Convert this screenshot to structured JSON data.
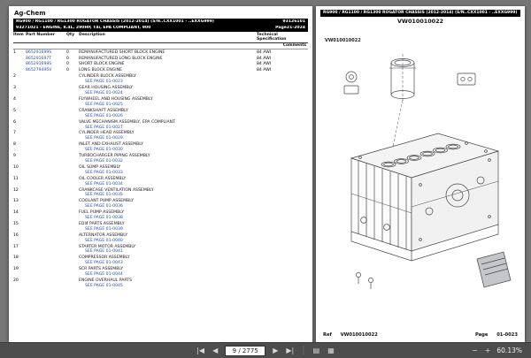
{
  "left_page": {
    "brand": "Ag-Chem",
    "header": {
      "line1": "RG900 / RG1100 / RG1300 ROGATOR CHASSIS (2012-2014) (S/N..CXX1001 - ..EXXG999)",
      "code1": "93126101",
      "line2": "93271021 - ENGINE, 8.4L, 290HP, T4i, EPA COMPLIANT, 900",
      "code2": "Page21-2024"
    },
    "columns": {
      "item": "Item",
      "part": "Part Number",
      "qty": "Qty",
      "desc": "Description",
      "spec": "Technical Specification",
      "comments": "Comments"
    },
    "rows": [
      {
        "item": "1",
        "part": "865291699S",
        "qty": "0",
        "desc": "REMANUFACTURED SHORT BLOCK ENGINE",
        "page": "",
        "spec": "84 AWI"
      },
      {
        "item": "",
        "part": "865291697T",
        "qty": "0",
        "desc": "REMANUFACTURED LONG BLOCK ENGINE",
        "page": "",
        "spec": "84 AWI"
      },
      {
        "item": "",
        "part": "865291699S",
        "qty": "0",
        "desc": "SHORT BLOCK ENGINE",
        "page": "",
        "spec": "84 AWI"
      },
      {
        "item": "",
        "part": "865279495V",
        "qty": "0",
        "desc": "LONG BLOCK ENGINE",
        "page": "",
        "spec": "84 AWI"
      },
      {
        "item": "2",
        "part": "",
        "qty": "",
        "desc": "CYLINDER BLOCK ASSEMBLY",
        "page": "SEE PAGE 01-0023",
        "spec": ""
      },
      {
        "item": "3",
        "part": "",
        "qty": "",
        "desc": "GEAR HOUSING ASSEMBLY",
        "page": "SEE PAGE 01-0024",
        "spec": ""
      },
      {
        "item": "4",
        "part": "",
        "qty": "",
        "desc": "FLYWHEEL AND HOUSING ASSEMBLY",
        "page": "SEE PAGE 01-0025",
        "spec": ""
      },
      {
        "item": "5",
        "part": "",
        "qty": "",
        "desc": "CRANKSHAFT ASSEMBLY",
        "page": "SEE PAGE 01-0026",
        "spec": ""
      },
      {
        "item": "6",
        "part": "",
        "qty": "",
        "desc": "VALVE MECHANISM ASSEMBLY, EPA COMPLIANT",
        "page": "SEE PAGE 01-0027",
        "spec": ""
      },
      {
        "item": "7",
        "part": "",
        "qty": "",
        "desc": "CYLINDER HEAD ASSEMBLY",
        "page": "SEE PAGE 01-0029",
        "spec": ""
      },
      {
        "item": "8",
        "part": "",
        "qty": "",
        "desc": "INLET AND EXHAUST ASSEMBLY",
        "page": "SEE PAGE 01-0030",
        "spec": ""
      },
      {
        "item": "9",
        "part": "",
        "qty": "",
        "desc": "TURBOCHARGER PIPING ASSEMBLY",
        "page": "SEE PAGE 01-0032",
        "spec": ""
      },
      {
        "item": "10",
        "part": "",
        "qty": "",
        "desc": "OIL SUMP ASSEMBLY",
        "page": "SEE PAGE 01-0033",
        "spec": ""
      },
      {
        "item": "11",
        "part": "",
        "qty": "",
        "desc": "OIL COOLER ASSEMBLY",
        "page": "SEE PAGE 01-0034",
        "spec": ""
      },
      {
        "item": "12",
        "part": "",
        "qty": "",
        "desc": "CRANKCASE VENTILATION ASSEMBLY",
        "page": "SEE PAGE 01-0035",
        "spec": ""
      },
      {
        "item": "13",
        "part": "",
        "qty": "",
        "desc": "COOLANT PUMP ASSEMBLY",
        "page": "SEE PAGE 01-0036",
        "spec": ""
      },
      {
        "item": "14",
        "part": "",
        "qty": "",
        "desc": "FUEL PUMP ASSEMBLY",
        "page": "SEE PAGE 01-0038",
        "spec": ""
      },
      {
        "item": "15",
        "part": "",
        "qty": "",
        "desc": "EDI4 PARTS ASSEMBLY",
        "page": "SEE PAGE 01-0039",
        "spec": ""
      },
      {
        "item": "16",
        "part": "",
        "qty": "",
        "desc": "ALTERNATOR ASSEMBLY",
        "page": "SEE PAGE 01-0040",
        "spec": ""
      },
      {
        "item": "17",
        "part": "",
        "qty": "",
        "desc": "STARTER MOTOR ASSEMBLY",
        "page": "SEE PAGE 01-0041",
        "spec": ""
      },
      {
        "item": "18",
        "part": "",
        "qty": "",
        "desc": "COMPRESSOR ASSEMBLY",
        "page": "SEE PAGE 01-0043",
        "spec": ""
      },
      {
        "item": "19",
        "part": "",
        "qty": "",
        "desc": "SCR PARTS ASSEMBLY",
        "page": "SEE PAGE 01-0044",
        "spec": ""
      },
      {
        "item": "20",
        "part": "",
        "qty": "",
        "desc": "ENGINE OVERHAUL PARTS",
        "page": "SEE PAGE 01-0045",
        "spec": ""
      }
    ]
  },
  "right_page": {
    "header_line1": "RG900 / RG1100 / RG1300 ROGATOR CHASSIS (2012-2014) (S/N..CXX1001 - ..EXXG999)",
    "header_code": "VW010010022",
    "diagram_label": "VW010010022",
    "footer": {
      "ref_label": "Ref",
      "ref_value": "VW010010022",
      "page_label": "Page",
      "page_value": "01-0023"
    }
  },
  "toolbar": {
    "page_display": "9 / 2775",
    "zoom_percent": "60.13%",
    "icons": {
      "first": "|◀",
      "prev": "◀",
      "next": "▶",
      "last": "▶|",
      "thumbs": "▤",
      "fit_page": "▦",
      "zoom_out": "−",
      "zoom_in": "+",
      "sep": "│"
    }
  }
}
